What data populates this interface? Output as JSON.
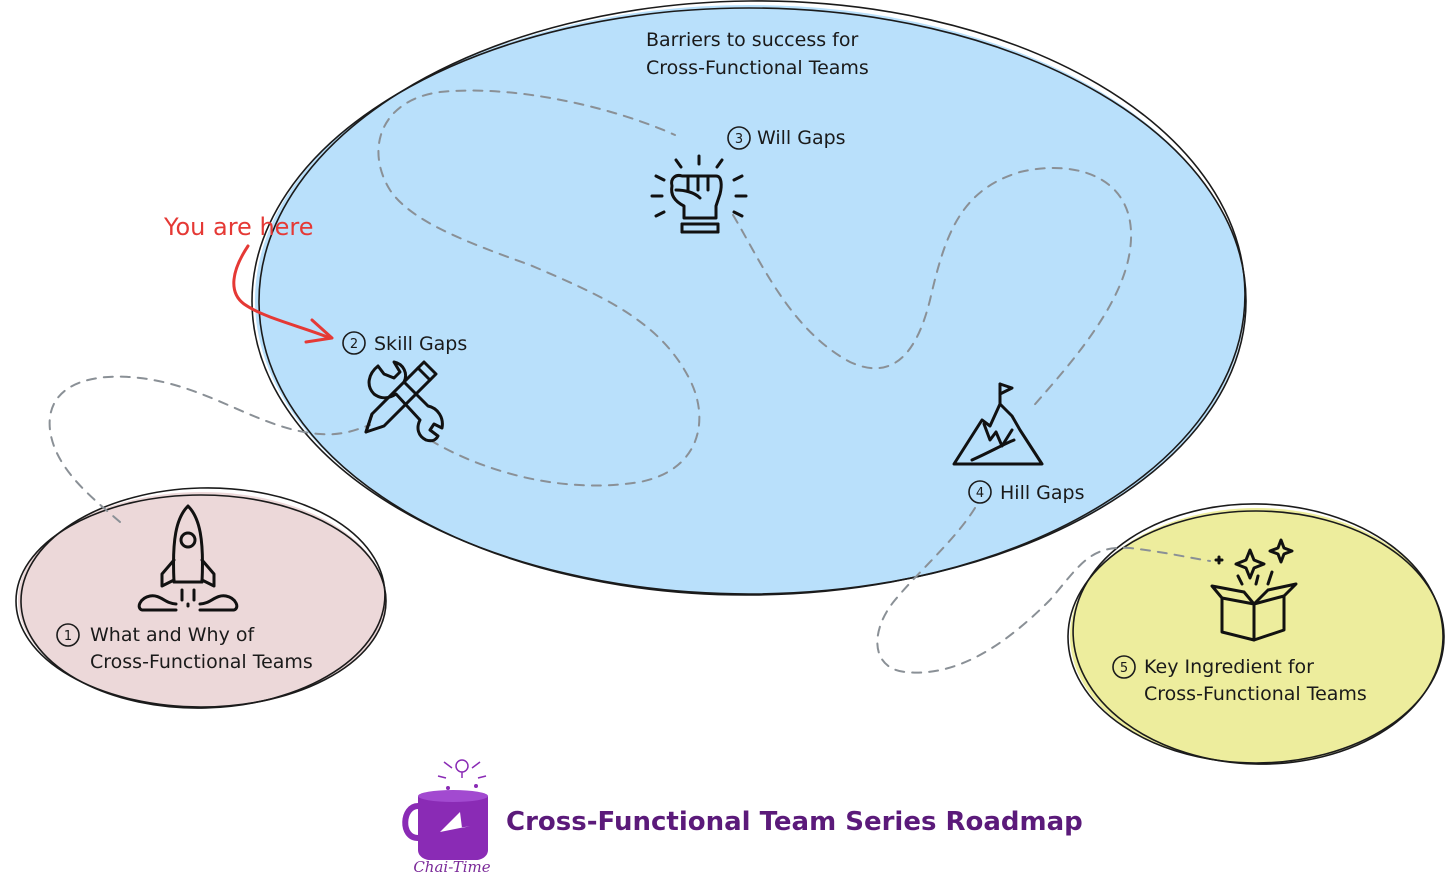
{
  "diagram": {
    "big_region_title_line1": "Barriers to success for",
    "big_region_title_line2": "Cross-Functional Teams",
    "colors": {
      "big_region": "#b9e0fb",
      "start_region": "#ecd8d9",
      "end_region": "#eded9d",
      "pointer": "#e53935",
      "footer_text": "#5b1a7a",
      "mug": "#8a2bb5"
    },
    "pointer_label": "You are here",
    "stops": [
      {
        "number": "1",
        "label_line1": "What and Why of",
        "label_line2": "Cross-Functional Teams",
        "icon": "rocket-icon"
      },
      {
        "number": "2",
        "label_line1": "Skill Gaps",
        "icon": "wrench-pencil-icon"
      },
      {
        "number": "3",
        "label_line1": "Will Gaps",
        "icon": "raised-fist-icon"
      },
      {
        "number": "4",
        "label_line1": "Hill Gaps",
        "icon": "mountain-flag-icon"
      },
      {
        "number": "5",
        "label_line1": "Key Ingredient for",
        "label_line2": "Cross-Functional Teams",
        "icon": "gift-box-icon"
      }
    ]
  },
  "footer": {
    "title": "Cross-Functional Team Series Roadmap",
    "brand_name": "Chai-Time",
    "logo_icon": "chai-mug-icon"
  }
}
